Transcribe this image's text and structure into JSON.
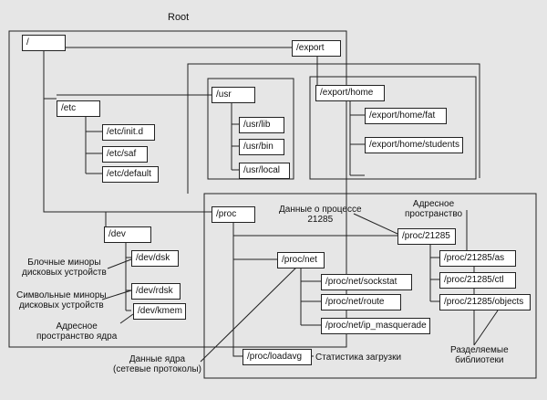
{
  "title": "Root",
  "nodes": {
    "root": "/",
    "export": "/export",
    "export_home": "/export/home",
    "export_home_fat": "/export/home/fat",
    "export_home_students": "/export/home/students",
    "etc": "/etc",
    "etc_init": "/etc/init.d",
    "etc_saf": "/etc/saf",
    "etc_default": "/etc/default",
    "usr": "/usr",
    "usr_lib": "/usr/lib",
    "usr_bin": "/usr/bin",
    "usr_local": "/usr/local",
    "dev": "/dev",
    "dev_dsk": "/dev/dsk",
    "dev_rdsk": "/dev/rdsk",
    "dev_kmem": "/dev/kmem",
    "proc": "/proc",
    "proc_pid": "/proc/21285",
    "proc_pid_as": "/proc/21285/as",
    "proc_pid_ctl": "/proc/21285/ctl",
    "proc_pid_objects": "/proc/21285/objects",
    "proc_net": "/proc/net",
    "proc_net_sockstat": "/proc/net/sockstat",
    "proc_net_route": "/proc/net/route",
    "proc_net_ipmasq": "/proc/net/ip_masquerade",
    "proc_loadavg": "/proc/loadavg"
  },
  "annotations": {
    "process_data_1": "Данные о процессе",
    "process_data_2": "21285",
    "address_space_1": "Адресное",
    "address_space_2": "пространство",
    "block_minors_1": "Блочные миноры",
    "block_minors_2": "дисковых устройств",
    "char_minors_1": "Символьные миноры",
    "char_minors_2": "дисковых устройств",
    "kernel_as_1": "Адресное",
    "kernel_as_2": "пространство ядра",
    "kernel_data_1": "Данные ядра",
    "kernel_data_2": "(сетевые протоколы)",
    "load_stats": "Статистика загрузки",
    "shared_libs_1": "Разделяемые",
    "shared_libs_2": "библиотеки"
  }
}
